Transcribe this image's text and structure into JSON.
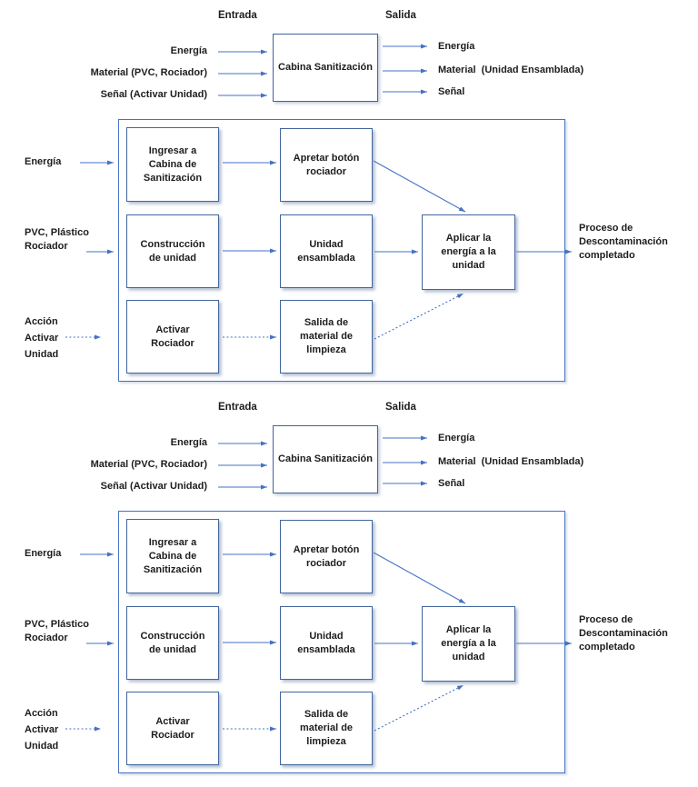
{
  "diagram": {
    "io": {
      "entrada_label": "Entrada",
      "salida_label": "Salida",
      "process_box_label": "Cabina Sanitización",
      "inputs": [
        "Energía",
        "Material (PVC, Rociador)",
        "Señal (Activar Unidad)"
      ],
      "outputs": [
        "Energía",
        "Material  (Unidad Ensamblada)",
        "Señal"
      ]
    },
    "flow": {
      "inputs": [
        "Energía",
        "PVC, Plástico\nRociador",
        "Acción\nActivar\nUnidad"
      ],
      "steps": {
        "ingresar": "Ingresar a\nCabina de\nSanitización",
        "apretar": "Apretar botón\nrociador",
        "construccion": "Construcción\nde unidad",
        "unidad": "Unidad\nensamblada",
        "activar": "Activar\nRociador",
        "salida": "Salida de\nmaterial de\nlimpieza",
        "aplicar": "Aplicar la\nenergía a la\nunidad"
      },
      "output": "Proceso de\nDescontaminación\ncompletado"
    },
    "colors": {
      "line_blue": "#4472C4",
      "box_border_blue": "#41659C",
      "text": "#1D1D1D"
    }
  }
}
